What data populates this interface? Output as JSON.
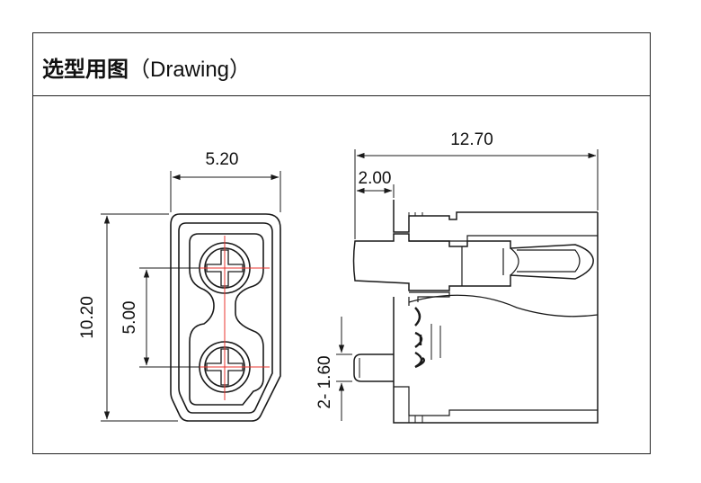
{
  "header": {
    "title_cn": "选型用图",
    "title_en": "（Drawing）"
  },
  "dimensions": {
    "front_width": "5.20",
    "front_height": "10.20",
    "pin_spacing": "5.00",
    "side_length": "12.70",
    "side_offset": "2.00",
    "pin_diameter": "2- 1.60"
  },
  "colors": {
    "line": "#1a1a1a",
    "centerline": "#e8342f"
  }
}
